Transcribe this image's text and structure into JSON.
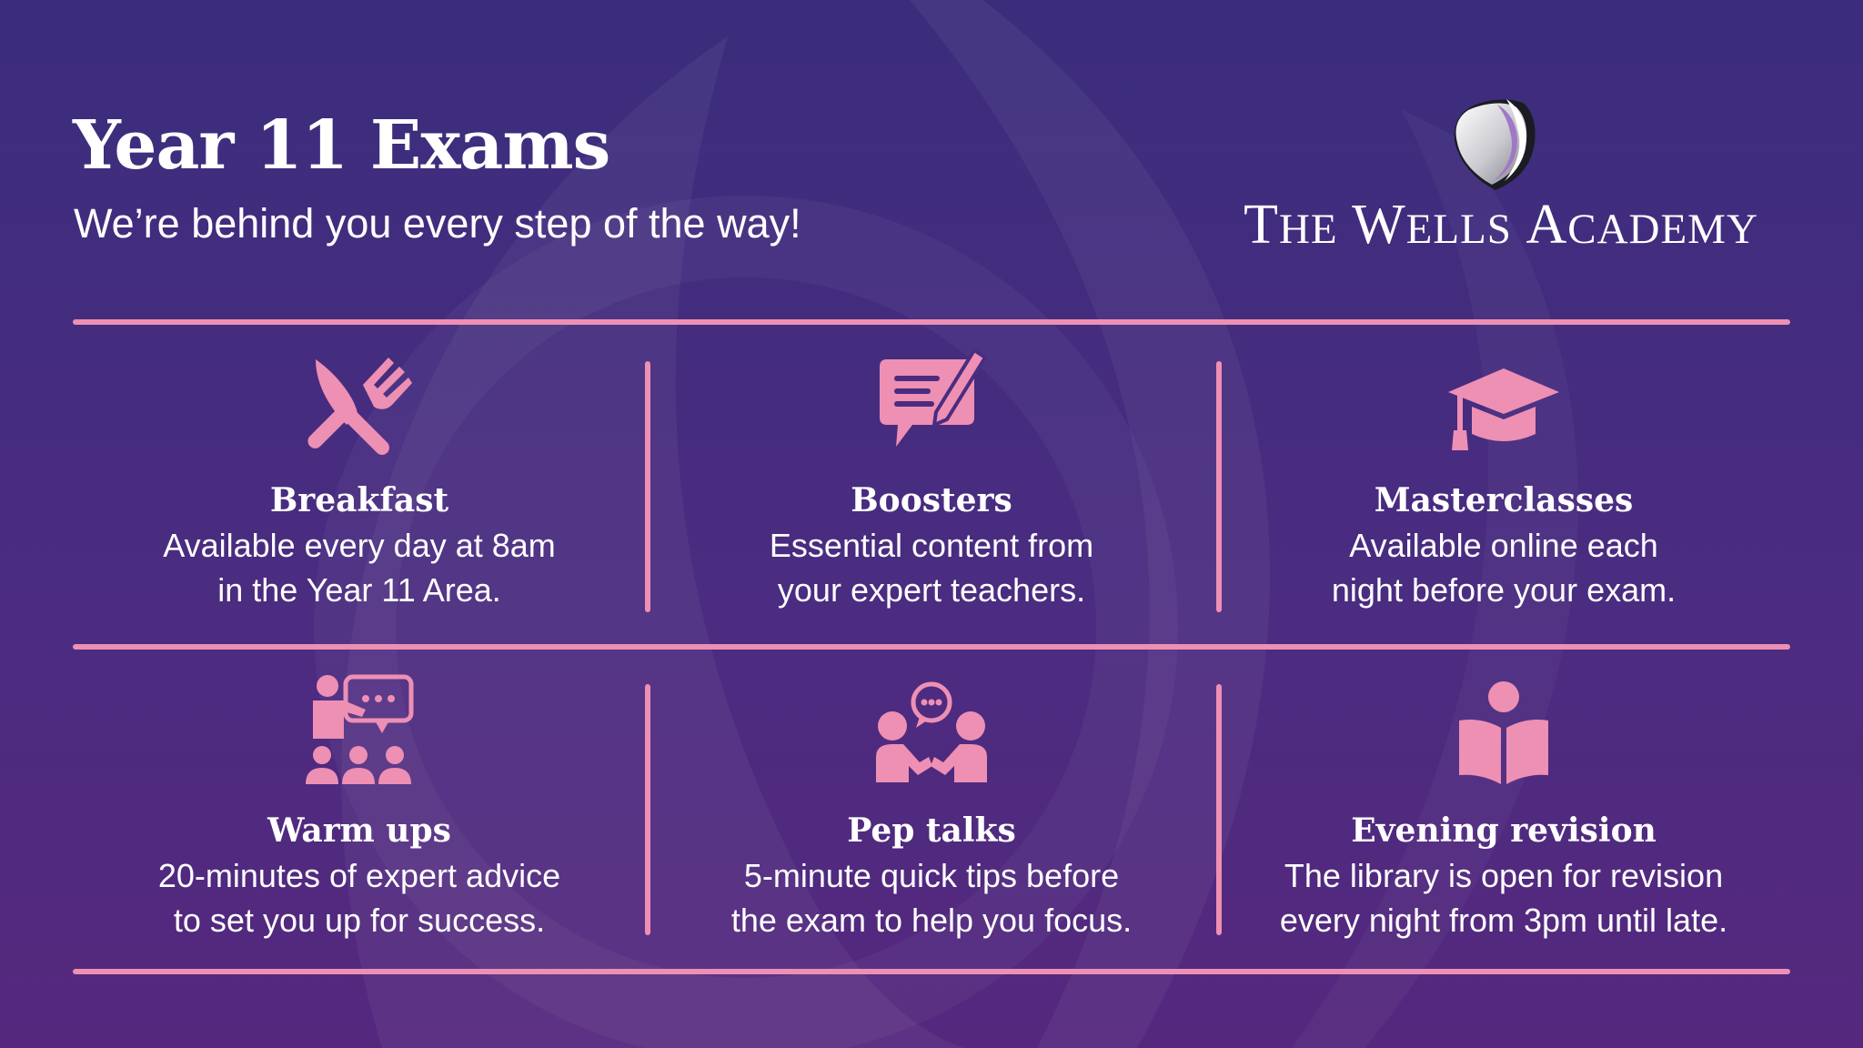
{
  "header": {
    "title": "Year 11 Exams",
    "subtitle": "We’re behind you every step of the way!"
  },
  "brand": {
    "name_the_big": "T",
    "name_the_rest": "HE",
    "name_wells_big": "W",
    "name_wells_rest": "ELLS",
    "name_academy_big": "A",
    "name_academy_rest": "CADEMY"
  },
  "colors": {
    "background": "#3b2d7c",
    "accent_pink": "#ee8fb4",
    "text": "#ffffff"
  },
  "items": [
    {
      "icon": "cutlery-icon",
      "title": "Breakfast",
      "line1": "Available every day at 8am",
      "line2": "in the Year 11 Area."
    },
    {
      "icon": "speech-pencil-icon",
      "title": "Boosters",
      "line1": "Essential content from",
      "line2": "your expert teachers."
    },
    {
      "icon": "graduation-cap-icon",
      "title": "Masterclasses",
      "line1": "Available online each",
      "line2": "night before your exam."
    },
    {
      "icon": "presenter-audience-icon",
      "title": "Warm ups",
      "line1": "20-minutes of expert advice",
      "line2": "to set you up for success."
    },
    {
      "icon": "conversation-icon",
      "title": "Pep talks",
      "line1": "5-minute quick tips before",
      "line2": "the exam to help you focus."
    },
    {
      "icon": "reader-book-icon",
      "title": "Evening revision",
      "line1": "The library is open for revision",
      "line2": "every night from 3pm until late."
    }
  ]
}
